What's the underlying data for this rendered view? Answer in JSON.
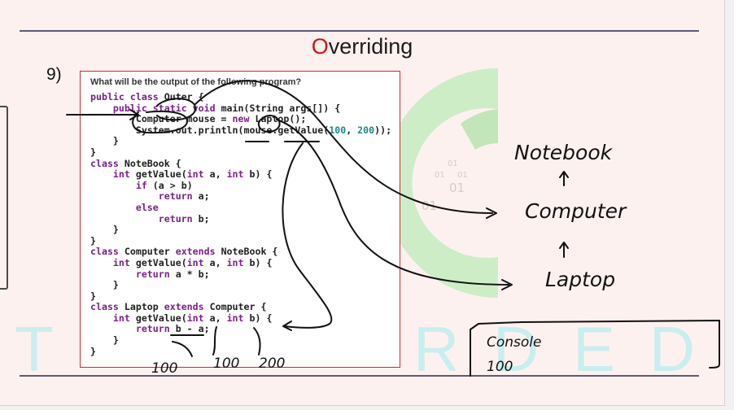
{
  "slide": {
    "title_first_letter": "O",
    "title_rest": "verriding",
    "question_number": "9)",
    "question": "What will be the output of the following program?",
    "watermark_left": "T",
    "watermark_right": "R  D  E  D",
    "logo_digits": [
      "01",
      "01",
      "01",
      "01",
      "01"
    ]
  },
  "code": {
    "lines": [
      "public class Outer {",
      "    public static void main(String args[]) {",
      "        Computer mouse = new Laptop();",
      "        System.out.println(mouse.getValue(100, 200));",
      "    }",
      "}",
      "class NoteBook {",
      "    int getValue(int a, int b) {",
      "        if (a > b)",
      "            return a;",
      "        else",
      "            return b;",
      "    }",
      "}",
      "class Computer extends NoteBook {",
      "    int getValue(int a, int b) {",
      "        return a * b;",
      "    }",
      "}",
      "class Laptop extends Computer {",
      "    int getValue(int a, int b) {",
      "        return b - a;",
      "    }",
      "}"
    ]
  },
  "annotations": {
    "hierarchy": [
      "Notebook",
      "Computer",
      "Laptop"
    ],
    "up_arrow": "↑",
    "values": [
      "100",
      "100",
      "200"
    ],
    "console_label": "Console",
    "console_output": "100"
  },
  "colors": {
    "title_accent": "#c8161c",
    "code_border": "#cc2b2b",
    "keyword": "#7b1f8a",
    "number": "#1a8a8a",
    "rule": "#5b5b74",
    "slide_bg": "#fdf1ef"
  }
}
